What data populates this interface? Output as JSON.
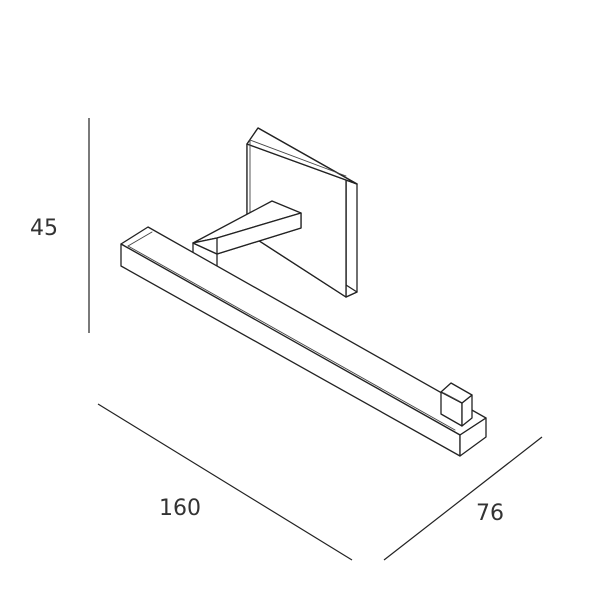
{
  "dimensions": {
    "height": "45",
    "length": "160",
    "depth": "76"
  },
  "colors": {
    "line": "#222222",
    "text": "#333333",
    "background": "#ffffff"
  }
}
